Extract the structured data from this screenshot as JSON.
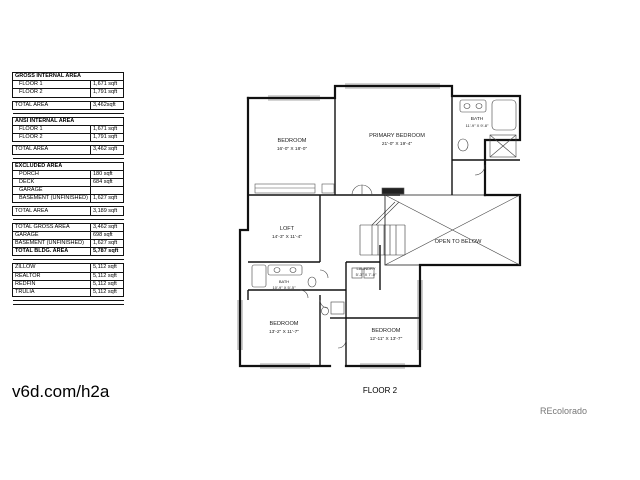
{
  "area_summary": {
    "gross_internal": {
      "header": "GROSS INTERNAL AREA",
      "rows": [
        [
          "FLOOR 1",
          "1,671 sqft"
        ],
        [
          "FLOOR 2",
          "1,791 sqft"
        ]
      ],
      "total": [
        "TOTAL AREA",
        "3,462sqft"
      ]
    },
    "ansi_internal": {
      "header": "ANSI INTERNAL AREA",
      "rows": [
        [
          "FLOOR 1",
          "1,671 sqft"
        ],
        [
          "FLOOR 2",
          "1,791 sqft"
        ]
      ],
      "total": [
        "TOTAL AREA",
        "3,462 sqft"
      ]
    },
    "excluded": {
      "header": "EXCLUDED AREA",
      "rows": [
        [
          "PORCH",
          "180 sqft"
        ],
        [
          "DECK",
          "684 sqft"
        ],
        [
          "GARAGE",
          ""
        ],
        [
          "BASEMENT (UNFINISHED)",
          "1,627 sqft"
        ]
      ],
      "total": [
        "TOTAL AREA",
        "3,189 sqft"
      ]
    },
    "totals": {
      "rows": [
        [
          "TOTAL GROSS AREA",
          "3,462 sqft"
        ],
        [
          "GARAGE",
          "698 sqft"
        ],
        [
          "BASEMENT (UNFINISHED)",
          "1,627 sqft"
        ]
      ],
      "total": [
        "TOTAL BLDG. AREA",
        "5,787 sqft"
      ]
    },
    "estimates": {
      "rows": [
        [
          "ZILLOW",
          "5,112 sqft"
        ],
        [
          "REALTOR",
          "5,112 sqft"
        ],
        [
          "REDFIN",
          "5,112 sqft"
        ],
        [
          "TRULIA",
          "5,112 sqft"
        ]
      ]
    }
  },
  "site_url": "v6d.com/h2a",
  "floor_label": "FLOOR 2",
  "watermark": "REcolorado",
  "rooms": {
    "bedroom_nw": {
      "name": "BEDROOM",
      "dims": "16'-0\" X 18'-0\""
    },
    "primary_bedroom": {
      "name": "PRIMARY BEDROOM",
      "dims": "21'-0\" X 19'-4\""
    },
    "bath_primary": {
      "name": "BATH",
      "dims": "11'-9\" X 9'-8\""
    },
    "loft": {
      "name": "LOFT",
      "dims": "14'-3\" X 11'-4\""
    },
    "open_to_below": {
      "name": "OPEN TO BELOW"
    },
    "laundry": {
      "name": "LAUNDRY",
      "dims": "5'-3\" X 7'-0\""
    },
    "bath_hall": {
      "name": "BATH",
      "dims": "10'-9\" X 5'-5\""
    },
    "bedroom_sw": {
      "name": "BEDROOM",
      "dims": "13'-2\" X 11'-7\""
    },
    "bedroom_s": {
      "name": "BEDROOM",
      "dims": "12'-11\" X 13'-7\""
    }
  }
}
